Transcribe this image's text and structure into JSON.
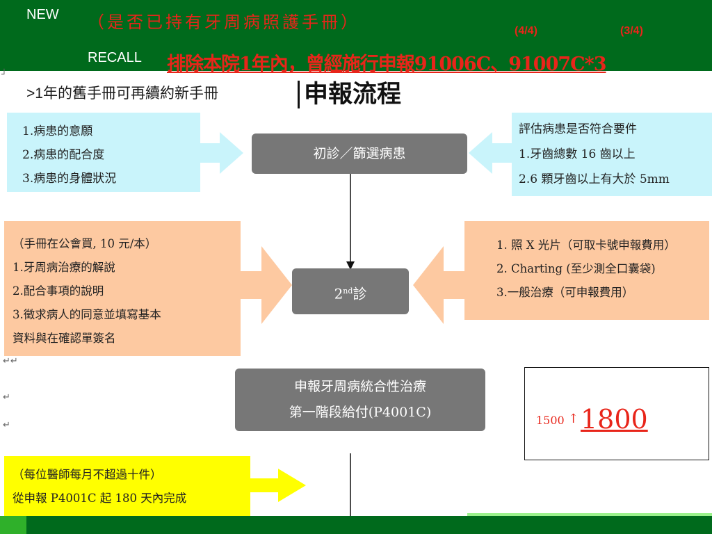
{
  "header": {
    "new_label": "NEW",
    "recall_label": "RECALL",
    "question": "（是否已持有牙周病照護手冊）",
    "page_a": "(4/4)",
    "page_b": "(3/4)",
    "headline": "排除本院1年內，曾經施行申報91006C、91007C*3"
  },
  "note": ">1年的舊手冊可再續約新手冊",
  "title": "申報流程",
  "boxes": {
    "patient_factors": [
      "1.病患的意願",
      "2.病患的配合度",
      "3.病患的身體狀況"
    ],
    "criteria": [
      "評估病患是否符合要件",
      "1.牙齒總數 16 齒以上",
      "2.6 顆牙齒以上有大於 5mm"
    ],
    "first_visit": "初診／篩選病患",
    "handbook": [
      "（手冊在公會買, 10 元/本）",
      "1.牙周病治療的解說",
      "2.配合事項的說明",
      "3.徵求病人的同意並填寫基本",
      "資料與在確認單簽名"
    ],
    "second_visit_pre": "2",
    "second_visit_sup": "nd",
    "second_visit_post": "診",
    "exam": [
      "1. 照 X 光片（可取卡號申報費用）",
      "2. Charting (至少測全口囊袋)",
      "3.一般治療（可申報費用）"
    ],
    "stage_one": [
      "申報牙周病統合性治療",
      "第一階段給付(P4001C)"
    ],
    "fee_old": "1500",
    "fee_arrow": "↑",
    "fee_new": "1800",
    "limit": [
      "（每位醫師每月不超過十件）",
      "從申報 P4001C 起 180 天內完成"
    ]
  },
  "colors": {
    "header_green": "#006a1c",
    "red": "#e8251a",
    "cyan": "#c9f4fb",
    "peach": "#fdc9a1",
    "gray": "#777777",
    "yellow": "#ffff00"
  }
}
